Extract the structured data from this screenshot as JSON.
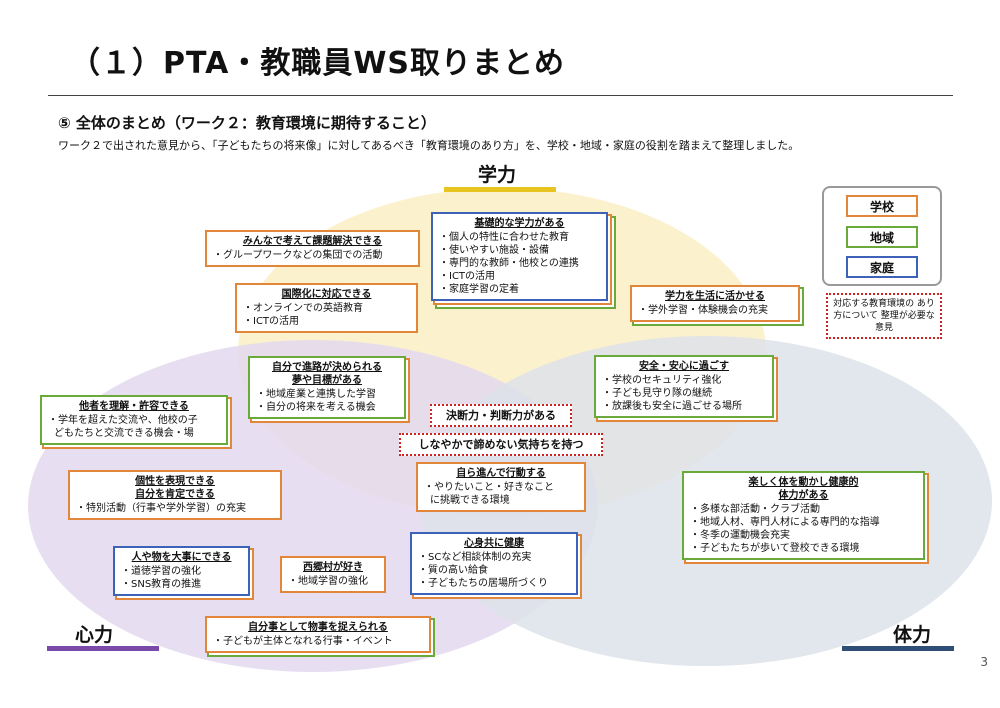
{
  "title": "（１）PTA・教職員WS取りまとめ",
  "subtitle": "⑤ 全体のまとめ（ワーク２：教育環境に期待すること）",
  "description": "ワーク２で出された意見から、「子どもたちの将来像」に対してあるべき「教育環境のあり方」を、学校・地域・家庭の役割を踏まえて整理しました。",
  "circles": {
    "academic": {
      "label": "学力",
      "color": "#e8c420",
      "fill": "#fdf3cf"
    },
    "heart": {
      "label": "心力",
      "color": "#7a4aa8",
      "fill": "#e7ddef"
    },
    "physical": {
      "label": "体力",
      "color": "#2e4e78",
      "fill": "#dfe3ea"
    }
  },
  "legend": {
    "school": "学校",
    "region": "地域",
    "home": "家庭",
    "note": "対応する教育環境の あり方について 整理が必要な意見",
    "colors": {
      "school": "#e2873a",
      "region": "#6aaa3a",
      "home": "#3d63b8",
      "dotted": "#cc2222"
    }
  },
  "boxes": {
    "minna": {
      "title": "みんなで考えて課題解決できる",
      "items": [
        "・グループワークなどの集団での活動"
      ]
    },
    "kiso": {
      "title": "基礎的な学力がある",
      "items": [
        "・個人の特性に合わせた教育",
        "・使いやすい施設・設備",
        "・専門的な教師・他校との連携",
        "・ICTの活用",
        "・家庭学習の定着"
      ]
    },
    "kokusai": {
      "title": "国際化に対応できる",
      "items": [
        "・オンラインでの英語教育",
        "・ICTの活用"
      ]
    },
    "seikatsu": {
      "title": "学力を生活に活かせる",
      "items": [
        "・学外学習・体験機会の充実"
      ]
    },
    "shinro": {
      "title": "自分で進路が決められる\n夢や目標がある",
      "items": [
        "・地域産業と連携した学習",
        "・自分の将来を考える機会"
      ]
    },
    "anzen": {
      "title": "安全・安心に過ごす",
      "items": [
        "・学校のセキュリティ強化",
        "・子ども見守り隊の継続",
        "・放課後も安全に過ごせる場所"
      ]
    },
    "tasha": {
      "title": "他者を理解・許容できる",
      "items": [
        "・学年を超えた交流や、他校の子",
        "どもたちと交流できる機会・場"
      ]
    },
    "ketsudan": {
      "title": "決断力・判断力がある"
    },
    "shinayaka": {
      "title": "しなやかで諦めない気持ちを持つ"
    },
    "mizukara": {
      "title": "自ら進んで行動する",
      "items": [
        "・やりたいこと・好きなこと",
        "に挑戦できる環境"
      ]
    },
    "tanoshiku": {
      "title": "楽しく体を動かし健康的\n体力がある",
      "items": [
        "・多様な部活動・クラブ活動",
        "・地域人材、専門人材による専門的な指導",
        "・冬季の運動機会充実",
        "・子どもたちが歩いて登校できる環境"
      ]
    },
    "kosei": {
      "title": "個性を表現できる\n自分を肯定できる",
      "items": [
        "・特別活動（行事や学外学習）の充実"
      ]
    },
    "hito": {
      "title": "人や物を大事にできる",
      "items": [
        "・道徳学習の強化",
        "・SNS教育の推進"
      ]
    },
    "nishigo": {
      "title": "西郷村が好き",
      "items": [
        "・地域学習の強化"
      ]
    },
    "shinshin": {
      "title": "心身共に健康",
      "items": [
        "・SCなど相談体制の充実",
        "・質の高い給食",
        "・子どもたちの居場所づくり"
      ]
    },
    "jibungoto": {
      "title": "自分事として物事を捉えられる",
      "items": [
        "・子どもが主体となれる行事・イベント"
      ]
    }
  },
  "page_number": "3"
}
